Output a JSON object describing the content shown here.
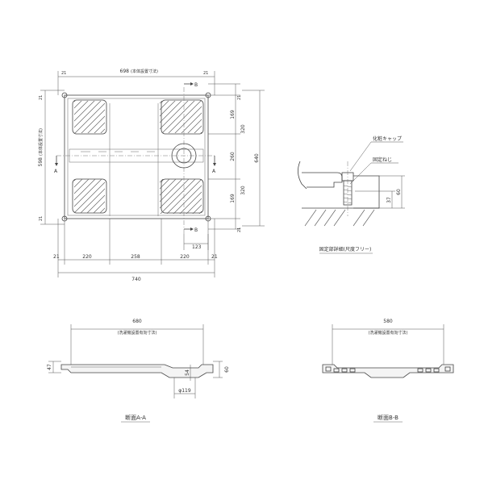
{
  "plan": {
    "top_dim": "698",
    "top_dim_note": "(本体設置寸法)",
    "left_dim": "598",
    "left_dim_note": "(本体設置寸法)",
    "margin_labels": [
      "21",
      "21",
      "21",
      "21",
      "21",
      "21",
      "21",
      "21"
    ],
    "section_b": "B",
    "section_a": "A",
    "right_dims": [
      "169",
      "320",
      "260",
      "320",
      "169"
    ],
    "overall_height": "640",
    "drain_offset": "123",
    "bottom_dims": [
      "21",
      "220",
      "258",
      "220",
      "21"
    ],
    "overall_width": "740"
  },
  "detail": {
    "cap_label": "化粧キャップ",
    "screw_label": "固定ねじ",
    "dim_37": "37",
    "dim_60": "60",
    "caption": "固定部詳細(尺度フリー)"
  },
  "section_aa": {
    "width": "680",
    "width_note": "(洗濯機設置有効寸法)",
    "left_height": "47",
    "mid_height": "54",
    "right_height": "60",
    "drain_dia": "φ119",
    "caption": "断面A-A"
  },
  "section_bb": {
    "width": "580",
    "width_note": "(洗濯機設置有効寸法)",
    "caption": "断面B-B"
  }
}
